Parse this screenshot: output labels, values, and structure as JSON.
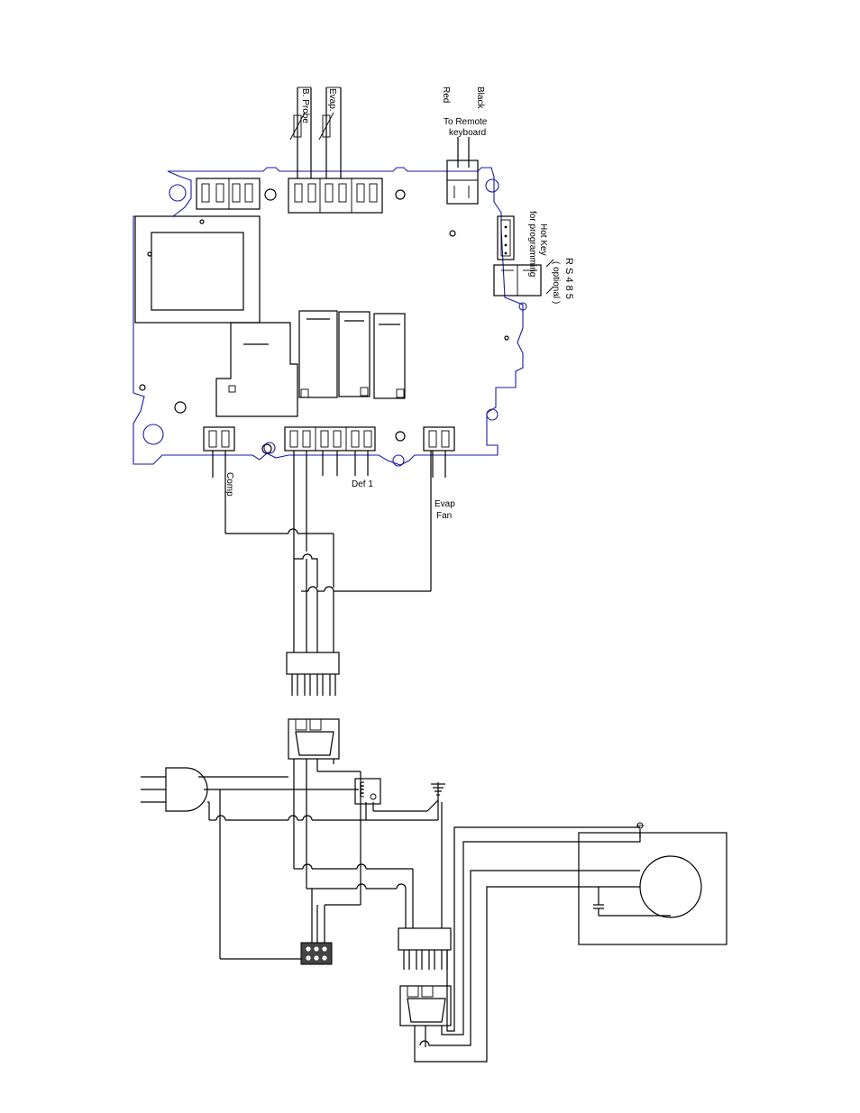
{
  "labels": {
    "b_probe": "B. Probe",
    "evap_probe": "Evap.",
    "red": "Red",
    "black": "Black",
    "to_remote": "To Remote",
    "keyboard": "keyboard",
    "hot_key": "Hot Key",
    "for_programming": "for programming",
    "rs485": "R S 4 8 5",
    "optional": "( optional )",
    "comp": "Comp",
    "def1": "Def 1",
    "evap_fan_1": "Evap",
    "evap_fan_2": "Fan"
  },
  "colors": {
    "wire": "#000000",
    "board_outline": "#1a1aa8"
  }
}
